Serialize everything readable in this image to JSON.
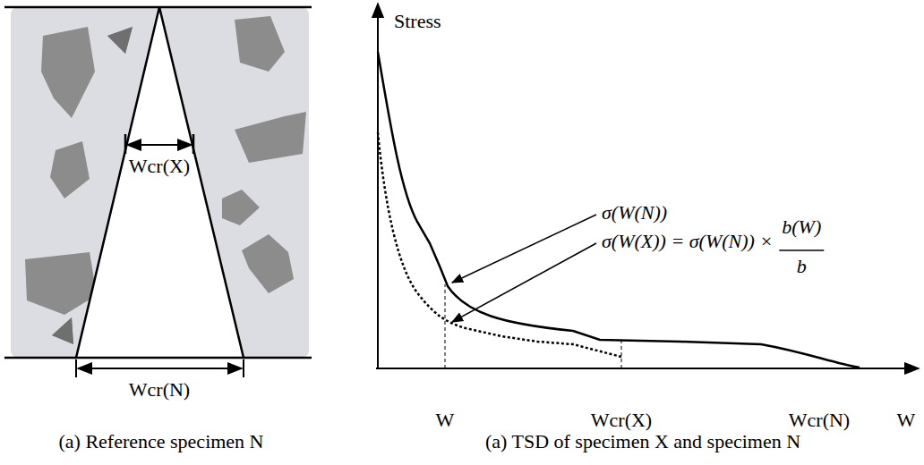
{
  "diagram": {
    "labels": [
      "Wcr(X)",
      "Wcr(N)",
      "Stress",
      "σ(W(N))",
      "σ(W(X)) = σ(W(N)) ×",
      "b(W)",
      "b",
      "W",
      "Wcr(X)",
      "Wcr(N)",
      "W",
      "(a) Reference specimen N",
      "(a) TSD of specimen X and specimen N"
    ]
  }
}
